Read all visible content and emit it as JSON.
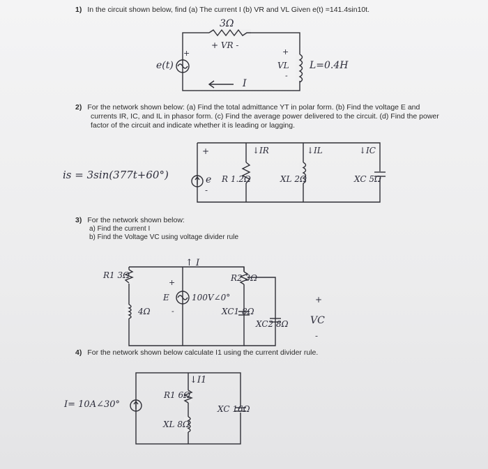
{
  "q1": {
    "number": "1)",
    "text": "In the circuit shown below, find (a) The current I (b) VR and VL Given e(t) =141.4sin10t.",
    "labels": {
      "r_value": "3Ω",
      "vr": "+ VR -",
      "source": "e(t)",
      "vl": "VL",
      "l_value": "L=0.4H",
      "current": "I",
      "plus": "+",
      "minus": "-"
    }
  },
  "q2": {
    "number": "2)",
    "lines": [
      "For the network shown below: (a) Find the total admittance YT in polar form. (b) Find the voltage E and",
      "currents IR, IC, and IL in phasor form. (c) Find the average power delivered to the circuit. (d) Find the power",
      "factor of the circuit and indicate whether it is leading or lagging."
    ],
    "labels": {
      "source": "is = 3sin(377t+60°)",
      "e": "e",
      "plus": "+",
      "minus": "-",
      "ir": "↓IR",
      "il": "↓IL",
      "ic": "↓IC",
      "r": "R 1.2Ω",
      "xl": "XL 2Ω",
      "xc": "XC 5Ω"
    }
  },
  "q3": {
    "number": "3)",
    "text": "For the network shown below:",
    "parts": [
      "a)   Find the current I",
      "b)   Find the Voltage VC using voltage divider rule"
    ],
    "labels": {
      "r1": "R1 3Ω",
      "current": "↑ I",
      "r2": "R2 3Ω",
      "plus_left": "+",
      "e": "E",
      "source": "100V∠0°",
      "xl": "4Ω",
      "xc1": "XC1 8Ω",
      "xc2": "XC2 8Ω",
      "plus_right": "+",
      "vc": "VC",
      "minus_right": "-",
      "minus_left": "-"
    }
  },
  "q4": {
    "number": "4)",
    "text": "For the network shown below calculate I1 using the current divider rule.",
    "labels": {
      "i1": "↓I1",
      "source": "I= 10A∠30°",
      "r1": "R1 6Ω",
      "xl": "XL 8Ω",
      "xc": "XC 16Ω"
    }
  }
}
